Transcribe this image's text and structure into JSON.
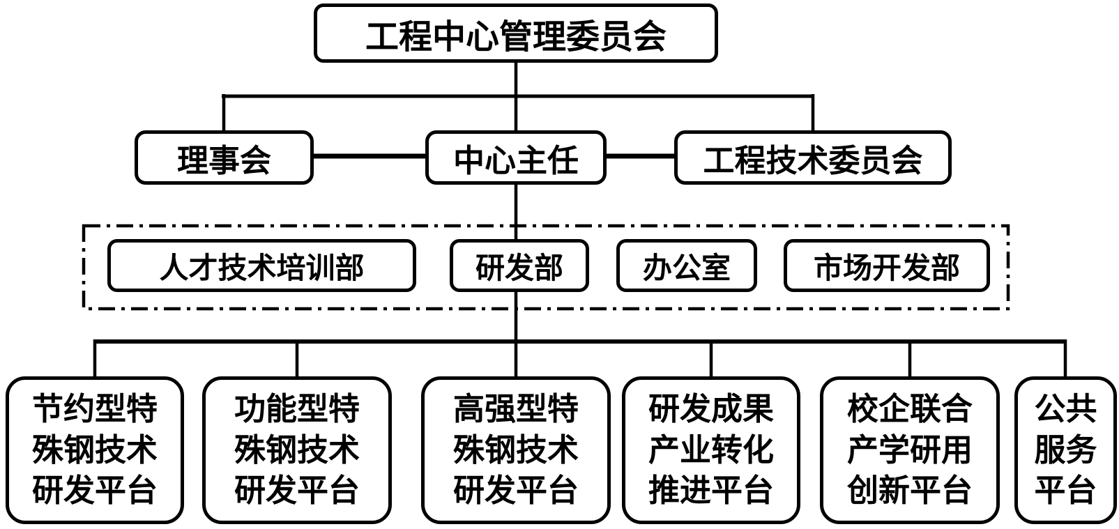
{
  "canvas": {
    "background_color": "#ffffff",
    "line_color": "#000000",
    "text_color": "#000000"
  },
  "org_chart": {
    "root": {
      "label": "工程中心管理委员会"
    },
    "level2": [
      {
        "id": "board",
        "label": "理事会"
      },
      {
        "id": "director",
        "label": "中心主任"
      },
      {
        "id": "tech-committee",
        "label": "工程技术委员会"
      }
    ],
    "departments": [
      {
        "id": "training",
        "label": "人才技术培训部"
      },
      {
        "id": "rnd",
        "label": "研发部"
      },
      {
        "id": "office",
        "label": "办公室"
      },
      {
        "id": "market",
        "label": "市场开发部"
      }
    ],
    "platforms": [
      {
        "id": "economical-special-steel",
        "label": "节约型特\n殊钢技术\n研发平台"
      },
      {
        "id": "functional-special-steel",
        "label": "功能型特\n殊钢技术\n研发平台"
      },
      {
        "id": "high-strength-special-steel",
        "label": "高强型特\n殊钢技术\n研发平台"
      },
      {
        "id": "rnd-achievement-industrialization",
        "label": "研发成果\n产业转化\n推进平台"
      },
      {
        "id": "school-enterprise-innovation",
        "label": "校企联合\n产学研用\n创新平台"
      },
      {
        "id": "public-service",
        "label": "公共\n服务\n平台"
      }
    ]
  }
}
